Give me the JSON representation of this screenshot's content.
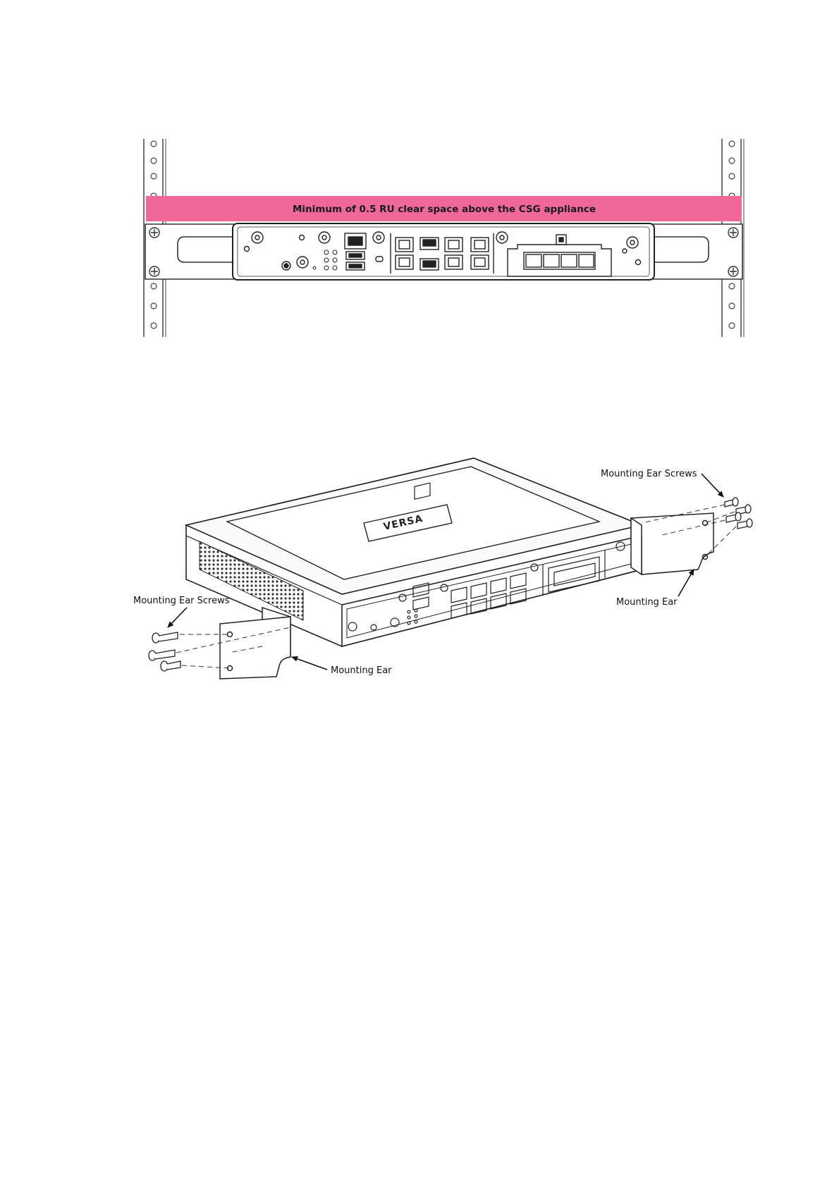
{
  "rack_diagram": {
    "clearance_label": "Minimum of 0.5 RU clear space above the CSG appliance",
    "clearance_color": "#f0689a"
  },
  "device_diagram": {
    "brand_label": "VERSA",
    "callouts": {
      "screws_right": "Mounting Ear Screws",
      "screws_left": "Mounting Ear Screws",
      "ear_right": "Mounting Ear",
      "ear_left": "Mounting Ear"
    }
  }
}
